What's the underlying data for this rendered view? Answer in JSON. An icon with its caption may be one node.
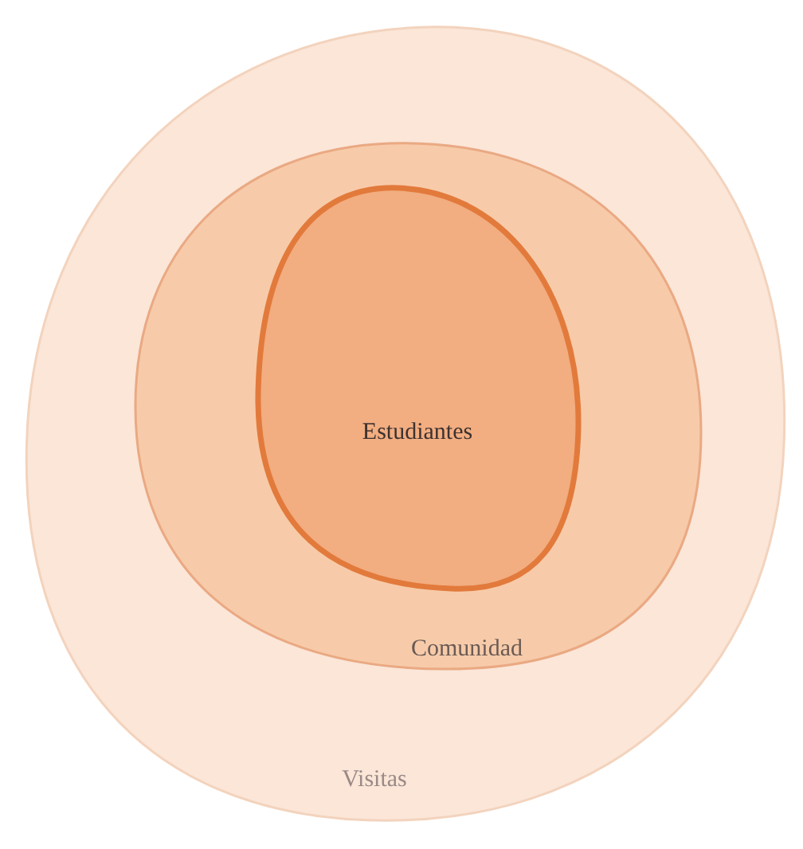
{
  "diagram": {
    "nodes": [
      {
        "text": [
          "Visitas"
        ]
      },
      {
        "text": [
          "Comunidad"
        ],
        "in": 0
      },
      {
        "text": [
          "Estudiantes"
        ],
        "in": 1
      }
    ]
  }
}
